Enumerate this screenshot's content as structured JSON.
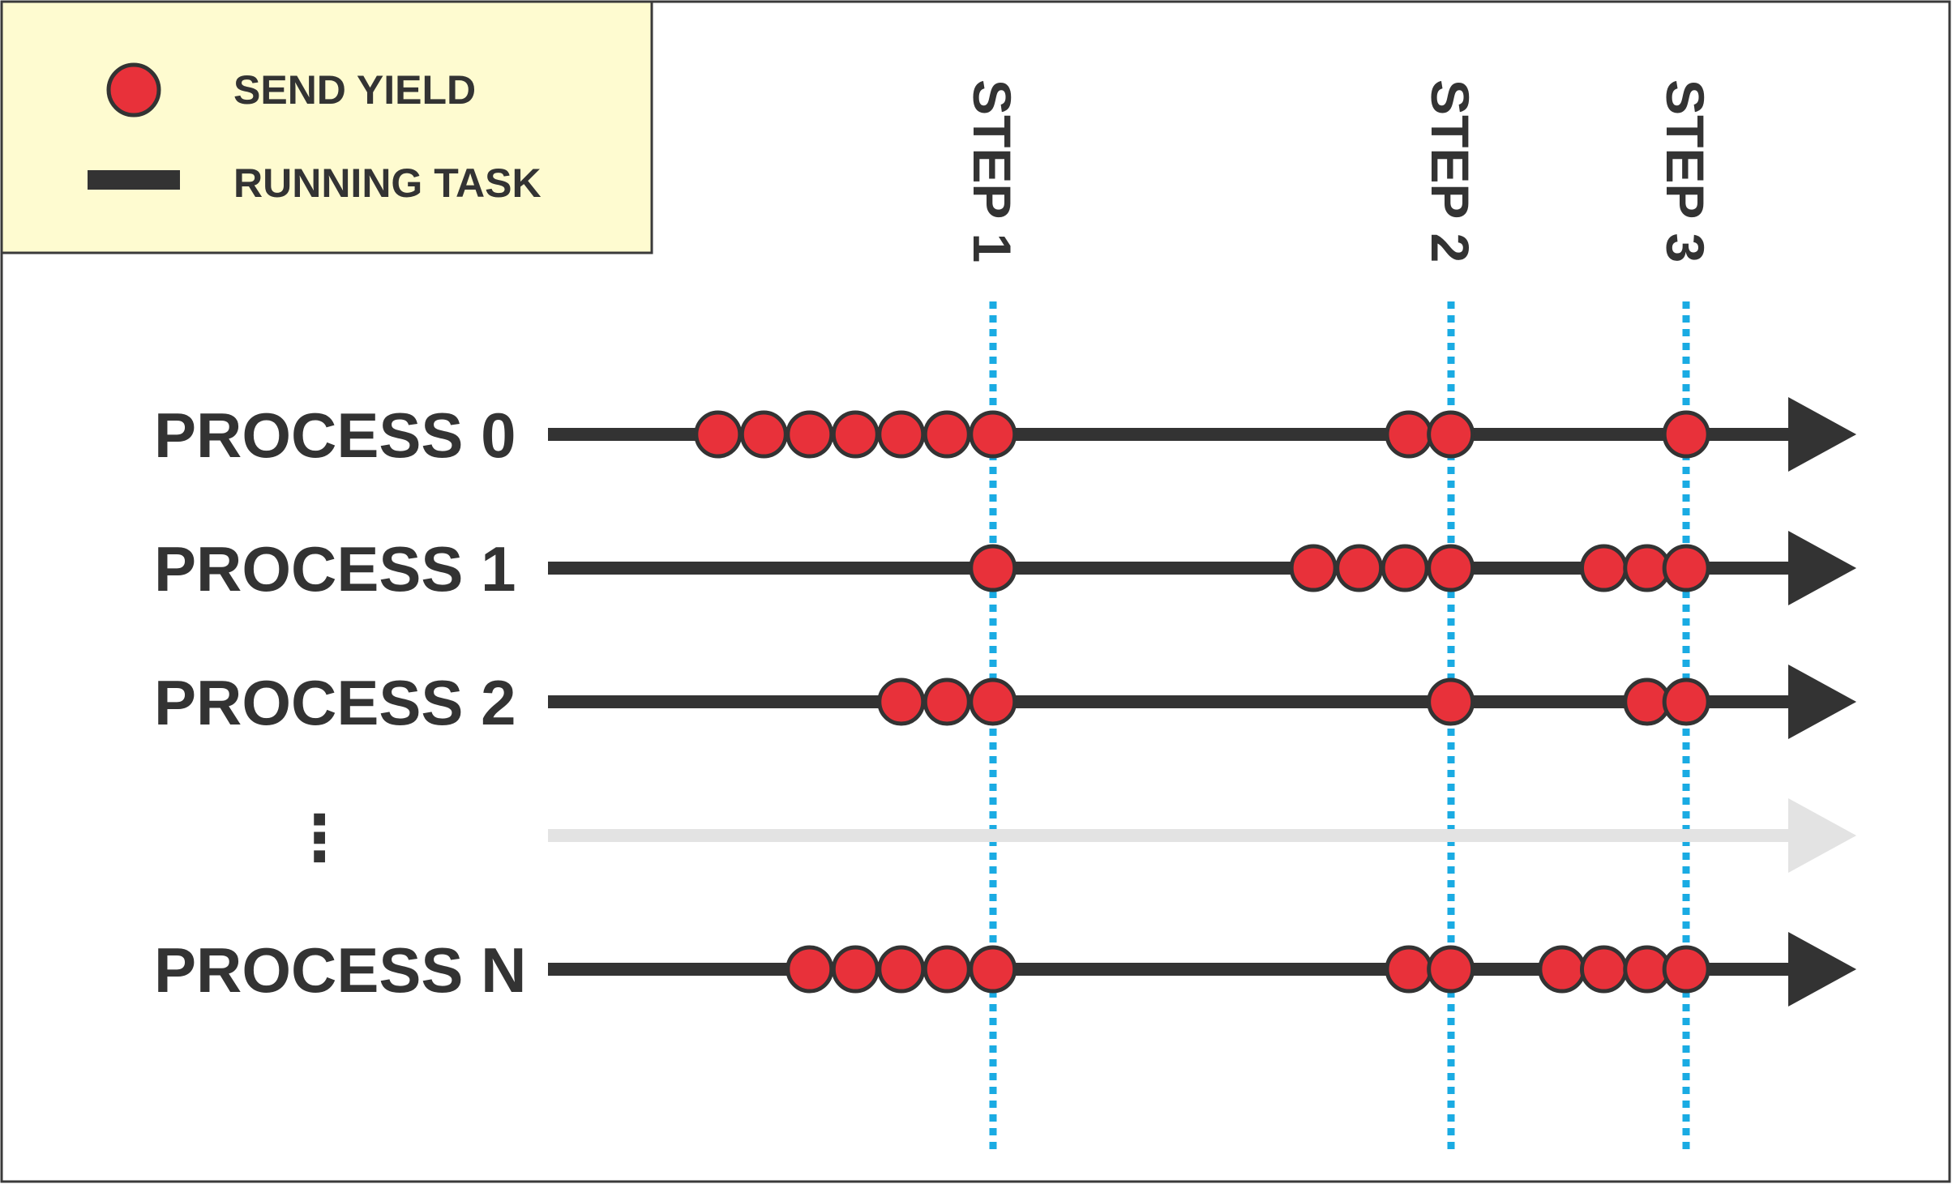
{
  "legend": {
    "yield_label": "SEND YIELD",
    "task_label": "RUNNING TASK"
  },
  "steps": [
    {
      "label": "STEP 1",
      "t": 0.34
    },
    {
      "label": "STEP 2",
      "t": 0.69
    },
    {
      "label": "STEP 3",
      "t": 0.87
    }
  ],
  "processes": [
    {
      "label": "PROCESS 0",
      "yields": [
        0.13,
        0.165,
        0.2,
        0.235,
        0.27,
        0.305,
        0.34,
        0.658,
        0.69,
        0.87
      ]
    },
    {
      "label": "PROCESS 1",
      "yields": [
        0.34,
        0.585,
        0.62,
        0.655,
        0.69,
        0.807,
        0.84,
        0.87
      ]
    },
    {
      "label": "PROCESS 2",
      "yields": [
        0.27,
        0.305,
        0.34,
        0.69,
        0.84,
        0.87
      ]
    },
    {
      "label": "PROCESS N",
      "yields": [
        0.2,
        0.235,
        0.27,
        0.305,
        0.34,
        0.658,
        0.69,
        0.775,
        0.807,
        0.84,
        0.87
      ]
    }
  ],
  "ellipsis": "⋮",
  "colors": {
    "yield": "#e8313a",
    "task": "#333333",
    "step_line": "#1aabe3",
    "faded_task": "#e3e3e3",
    "legend_bg": "#fefbd0"
  }
}
